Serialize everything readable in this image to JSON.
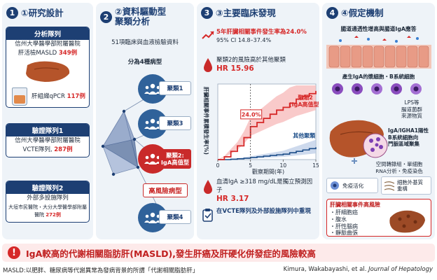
{
  "panel1": {
    "num": "1",
    "title": "①研究設計",
    "cohort_a": {
      "head": "分析隊列",
      "line1": "信州大學醫學部附屬醫院",
      "line2": "肝活檢MASLD",
      "n": "349例",
      "qpcr": "肝組織qPCR",
      "qpcr_n": "117例"
    },
    "cohort_b": {
      "head": "驗證隊列1",
      "line1": "信州大學醫學部附屬醫院",
      "line2": "VCTE隊列,",
      "n": "287例"
    },
    "cohort_c": {
      "head": "驗證隊列2",
      "line1": "外部多設施隊列",
      "line2": "大垣市民醫院・大分大學醫學部附屬醫院",
      "n": "272例"
    }
  },
  "panel2": {
    "num": "2",
    "title1": "②資料驅動型",
    "title2": "聚類分析",
    "sub1": "51項臨床與血液檢驗資料",
    "sub2": "分為4種病型",
    "clusters": [
      "聚類1",
      "聚類3",
      "聚類2:\nIgA高值型",
      "聚類4"
    ],
    "high_risk": "高風險病型"
  },
  "panel3": {
    "num": "3",
    "title": "③主要臨床發現",
    "finding1": "5年肝臟相關事件發生率為24.0%",
    "finding1_ci": "95% CI 14.8–37.4%",
    "finding2": "聚類2的風險高於其他聚類",
    "hr1": "HR 15.96",
    "ylabel": "肝臟相關事件累積發生率(%)",
    "xlabel": "觀察期間(年)",
    "annot": "24.0%",
    "series_hi": "聚類2\n(IgA高值型)",
    "series_lo": "其他聚類",
    "finding3": "血清IgA ≥318 mg/dL是獨立預測因子",
    "hr2": "HR 3.17",
    "finding4": "在VCTE隊列及外部設施隊列中重現"
  },
  "chart_data": {
    "type": "line",
    "title": "",
    "xlabel": "觀察期間(年)",
    "ylabel": "肝臟相關事件累積發生率(%)",
    "xticks": [
      0,
      5,
      10,
      15
    ],
    "xlim": [
      0,
      15
    ],
    "series": [
      {
        "name": "聚類2(IgA高值型)",
        "x": [
          0,
          1,
          2,
          3,
          4,
          5,
          6,
          7,
          8,
          9,
          10,
          11,
          12,
          13,
          14,
          15
        ],
        "values": [
          0,
          2,
          6,
          10,
          16,
          24,
          27,
          30,
          33,
          36,
          38,
          41,
          44,
          46,
          48,
          50
        ]
      },
      {
        "name": "其他聚類",
        "x": [
          0,
          1,
          2,
          3,
          4,
          5,
          6,
          7,
          8,
          9,
          10,
          11,
          12,
          13,
          14,
          15
        ],
        "values": [
          0,
          0,
          0.3,
          0.6,
          1,
          1.5,
          2,
          2.5,
          3,
          3.5,
          4,
          5,
          6,
          7,
          8,
          9
        ]
      }
    ],
    "annotation": {
      "x": 5,
      "y": 24,
      "text": "24.0%"
    },
    "colors": {
      "hi": "#d62828",
      "lo": "#1d4e89"
    }
  },
  "panel4": {
    "num": "4",
    "title": "④假定機制",
    "t1": "腸道通透性增高與腸道IgA應答",
    "t2": "產生IgA的漿細胞・B系統細胞",
    "t3": "LPS等\n腸道菌群\n來源物質",
    "t4": "IgA/IGHA1陽性\nB系統細胞向\n門脈區域聚集",
    "t5": "空間轉錄組・單細胞\nRNA分析・免疫染色",
    "t6": "免疫活化",
    "t7": "細胞外基質\n重構",
    "outcome_head": "肝臟相關事件高風險",
    "outcomes": [
      "・肝細胞癌",
      "・腹水",
      "・肝性腦病",
      "・靜脈曲張"
    ]
  },
  "banner": "IgA較高的代謝相關脂肪肝(MASLD),發生肝癌及肝硬化併發症的風險較高",
  "footer": {
    "left": "MASLD:以肥胖、糖尿病等代謝異常為發病背景的所謂「代謝相關脂肪肝」",
    "authors": "Kimura, Wakabayashi, et al.",
    "journal": "Journal of Hepatology"
  }
}
